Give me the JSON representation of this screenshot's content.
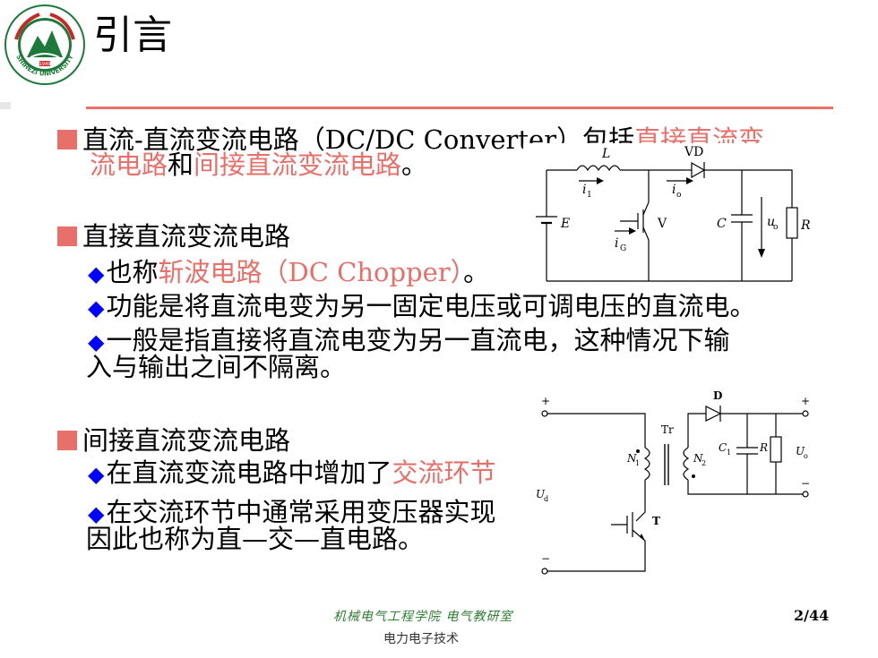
{
  "header": {
    "title": "引言",
    "logo_text": "SHIHEZI UNIVERSITY",
    "logo_year": "1949"
  },
  "body": {
    "p1": {
      "a": "直流-直流变流电路（DC/DC Converter）包括",
      "b": "直接直流变",
      "c": "流电路",
      "d": "和",
      "e": "间接直流变流电路",
      "f": "。"
    },
    "s2": {
      "heading": "直接直流变流电路",
      "b1_a": "也称",
      "b1_b": "斩波电路（DC Chopper）",
      "b1_c": "。",
      "b2": "功能是将直流电变为另一固定电压或可调电压的直流电。",
      "b3_l1": "一般是指直接将直流电变为另一直流电，这种情况下输",
      "b3_l2": "入与输出之间不隔离。"
    },
    "s3": {
      "heading": "间接直流变流电路",
      "b1_a": "在直流变流电路中增加了",
      "b1_b": "交流环节",
      "b2_l1": "在交流环节中通常采用变压器实现",
      "b2_l2": "因此也称为直—交—直电路。"
    }
  },
  "circuit1": {
    "L": "L",
    "VD": "VD",
    "i1": "i",
    "i1_sub": "1",
    "io": "i",
    "io_sub": "o",
    "E": "E",
    "V": "V",
    "iG": "i",
    "iG_sub": "G",
    "C": "C",
    "uo": "u",
    "uo_sub": "o",
    "R": "R"
  },
  "circuit2": {
    "D": "D",
    "Tr": "Tr",
    "N1": "N",
    "N1_sub": "1",
    "N2": "N",
    "N2_sub": "2",
    "C1": "C",
    "C1_sub": "1",
    "R": "R",
    "Uo": "U",
    "Uo_sub": "o",
    "Ud": "U",
    "Ud_sub": "d",
    "T": "T",
    "plus": "+",
    "minus": "−"
  },
  "footer": {
    "dept": "机械电气工程学院 电气教研室",
    "course": "电力电子技术",
    "page": "2/44"
  },
  "colors": {
    "accent": "#e8706a",
    "bullet": "#0000ff",
    "footer_green": "#2e7d32"
  }
}
